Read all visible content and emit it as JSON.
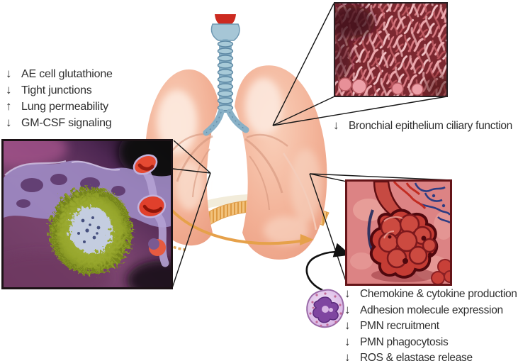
{
  "figure": {
    "description": "alcohol-effects-on-lung-diagram",
    "images": {
      "central": "lungs-and-trachea-illustration",
      "top_right_inset": "bronchial-cilia-micrograph",
      "left_inset": "alveolar-macrophage-sem-micrograph",
      "bottom_right_inset": "alveolus-capillaries-illustration",
      "floating_cell": "neutrophil-pmn-illustration"
    },
    "colors": {
      "background": "#ffffff",
      "text": "#2f2f2f",
      "callout_line": "#161616",
      "lung_pink": "#f2af94",
      "trachea_blue": "#88b0c6",
      "larynx_red": "#cc2a20",
      "diaphragm_orange": "#e6a14a",
      "cilia_pink": "#eda6ac",
      "sem_purple": "#7c4570",
      "macrophage_green": "#96a62c",
      "alveolus_red": "#c43c34",
      "pmn_lavender": "#cfa6dc",
      "inset_border_dark": "#2a2124",
      "inset_border_maroon": "#641418"
    }
  },
  "annotations": {
    "upper_left": {
      "items": [
        {
          "symbol": "↓",
          "direction": "down",
          "label": "AE cell glutathione"
        },
        {
          "symbol": "↓",
          "direction": "down",
          "label": "Tight junctions"
        },
        {
          "symbol": "↑",
          "direction": "up",
          "label": "Lung permeability"
        },
        {
          "symbol": "↓",
          "direction": "down",
          "label": "GM-CSF signaling"
        }
      ]
    },
    "right": {
      "symbol": "↓",
      "direction": "down",
      "label": "Bronchial epithelium ciliary function"
    },
    "lower_right": {
      "items": [
        {
          "symbol": "↓",
          "direction": "down",
          "label": "Chemokine & cytokine production"
        },
        {
          "symbol": "↓",
          "direction": "down",
          "label": "Adhesion molecule expression"
        },
        {
          "symbol": "↓",
          "direction": "down",
          "label": "PMN recruitment"
        },
        {
          "symbol": "↓",
          "direction": "down",
          "label": "PMN phagocytosis"
        },
        {
          "symbol": "↓",
          "direction": "down",
          "label": "ROS & elastase release"
        }
      ]
    }
  }
}
